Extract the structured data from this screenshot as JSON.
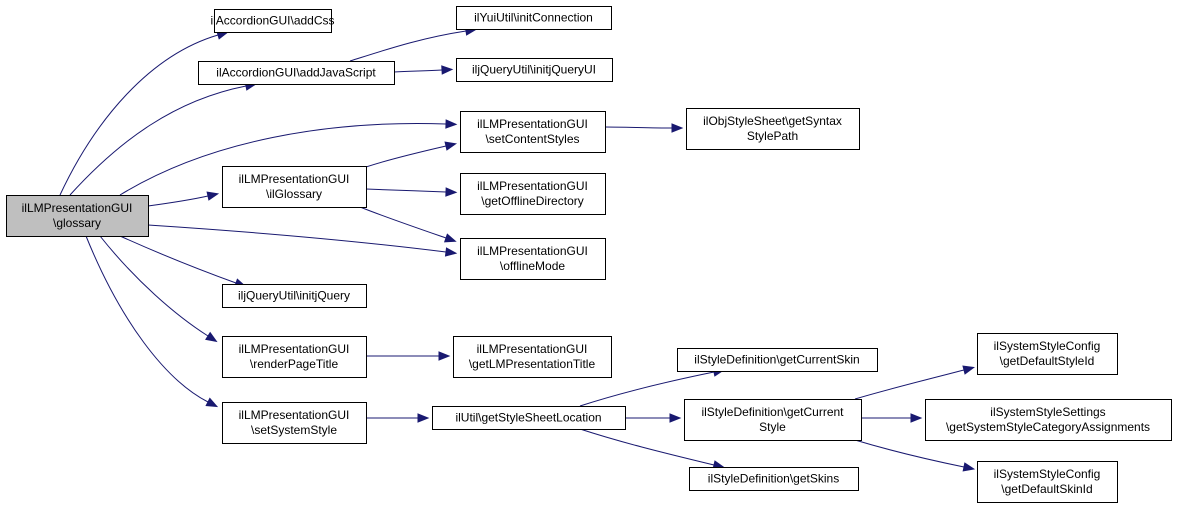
{
  "diagram": {
    "nodes": [
      {
        "id": "root",
        "lines": [
          "ilLMPresentationGUI",
          "\\glossary"
        ],
        "highlight": true
      },
      {
        "id": "addCss",
        "lines": [
          "ilAccordionGUI\\addCss"
        ]
      },
      {
        "id": "addJs",
        "lines": [
          "ilAccordionGUI\\addJavaScript"
        ]
      },
      {
        "id": "yuiInit",
        "lines": [
          "ilYuiUtil\\initConnection"
        ]
      },
      {
        "id": "jqueryUI",
        "lines": [
          "iljQueryUtil\\initjQueryUI"
        ]
      },
      {
        "id": "setContent",
        "lines": [
          "ilLMPresentationGUI",
          "\\setContentStyles"
        ]
      },
      {
        "id": "syntax",
        "lines": [
          "ilObjStyleSheet\\getSyntax",
          "StylePath"
        ]
      },
      {
        "id": "ilGlossary",
        "lines": [
          "ilLMPresentationGUI",
          "\\ilGlossary"
        ]
      },
      {
        "id": "offlineDir",
        "lines": [
          "ilLMPresentationGUI",
          "\\getOfflineDirectory"
        ]
      },
      {
        "id": "offlineMode",
        "lines": [
          "ilLMPresentationGUI",
          "\\offlineMode"
        ]
      },
      {
        "id": "jquery",
        "lines": [
          "iljQueryUtil\\initjQuery"
        ]
      },
      {
        "id": "renderTitle",
        "lines": [
          "ilLMPresentationGUI",
          "\\renderPageTitle"
        ]
      },
      {
        "id": "lmTitle",
        "lines": [
          "ilLMPresentationGUI",
          "\\getLMPresentationTitle"
        ]
      },
      {
        "id": "sysStyle",
        "lines": [
          "ilLMPresentationGUI",
          "\\setSystemStyle"
        ]
      },
      {
        "id": "styleLoc",
        "lines": [
          "ilUtil\\getStyleSheetLocation"
        ]
      },
      {
        "id": "curSkin",
        "lines": [
          "ilStyleDefinition\\getCurrentSkin"
        ]
      },
      {
        "id": "curStyle",
        "lines": [
          "ilStyleDefinition\\getCurrent",
          "Style"
        ]
      },
      {
        "id": "skins",
        "lines": [
          "ilStyleDefinition\\getSkins"
        ]
      },
      {
        "id": "defStyleId",
        "lines": [
          "ilSystemStyleConfig",
          "\\getDefaultStyleId"
        ]
      },
      {
        "id": "catAssign",
        "lines": [
          "ilSystemStyleSettings",
          "\\getSystemStyleCategoryAssignments"
        ]
      },
      {
        "id": "defSkinId",
        "lines": [
          "ilSystemStyleConfig",
          "\\getDefaultSkinId"
        ]
      }
    ],
    "edges": [
      [
        "root",
        "addCss"
      ],
      [
        "root",
        "addJs"
      ],
      [
        "addJs",
        "yuiInit"
      ],
      [
        "addJs",
        "jqueryUI"
      ],
      [
        "root",
        "setContent"
      ],
      [
        "setContent",
        "syntax"
      ],
      [
        "root",
        "ilGlossary"
      ],
      [
        "ilGlossary",
        "setContent"
      ],
      [
        "ilGlossary",
        "offlineDir"
      ],
      [
        "ilGlossary",
        "offlineMode"
      ],
      [
        "root",
        "offlineMode"
      ],
      [
        "root",
        "jquery"
      ],
      [
        "root",
        "renderTitle"
      ],
      [
        "renderTitle",
        "lmTitle"
      ],
      [
        "root",
        "sysStyle"
      ],
      [
        "sysStyle",
        "styleLoc"
      ],
      [
        "styleLoc",
        "curSkin"
      ],
      [
        "styleLoc",
        "curStyle"
      ],
      [
        "styleLoc",
        "skins"
      ],
      [
        "curStyle",
        "defStyleId"
      ],
      [
        "curStyle",
        "catAssign"
      ],
      [
        "curStyle",
        "defSkinId"
      ]
    ],
    "colors": {
      "edge": "#191970",
      "highlight_fill": "#bfbfbf",
      "node_border": "#000000"
    }
  }
}
